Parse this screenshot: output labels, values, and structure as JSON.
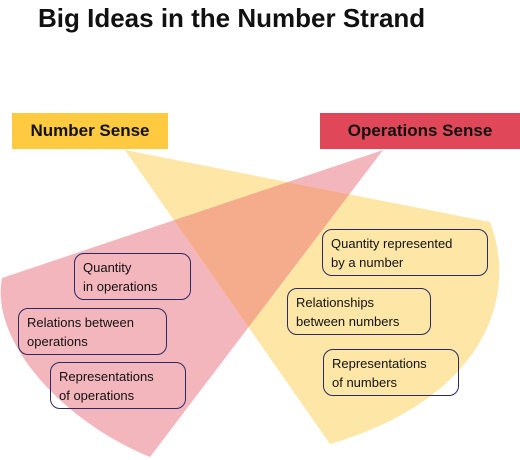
{
  "title": "Big Ideas in the Number Strand",
  "colors": {
    "number_sense": "#ffc940",
    "operations_sense": "#e0485a",
    "number_sense_fan": "#fde6a6",
    "operations_sense_fan": "#f4b6bd",
    "overlap": "#f4ac8d",
    "box_border": "#2b2a66"
  },
  "number_sense": {
    "label": "Number Sense",
    "ideas": [
      {
        "line1": "Quantity represented",
        "line2": "by a number"
      },
      {
        "line1": "Relationships",
        "line2": "between numbers"
      },
      {
        "line1": "Representations",
        "line2": "of numbers"
      }
    ]
  },
  "operations_sense": {
    "label": "Operations Sense",
    "ideas": [
      {
        "line1": "Quantity",
        "line2": "in operations"
      },
      {
        "line1": "Relations between",
        "line2": "operations"
      },
      {
        "line1": "Representations",
        "line2": "of operations"
      }
    ]
  }
}
